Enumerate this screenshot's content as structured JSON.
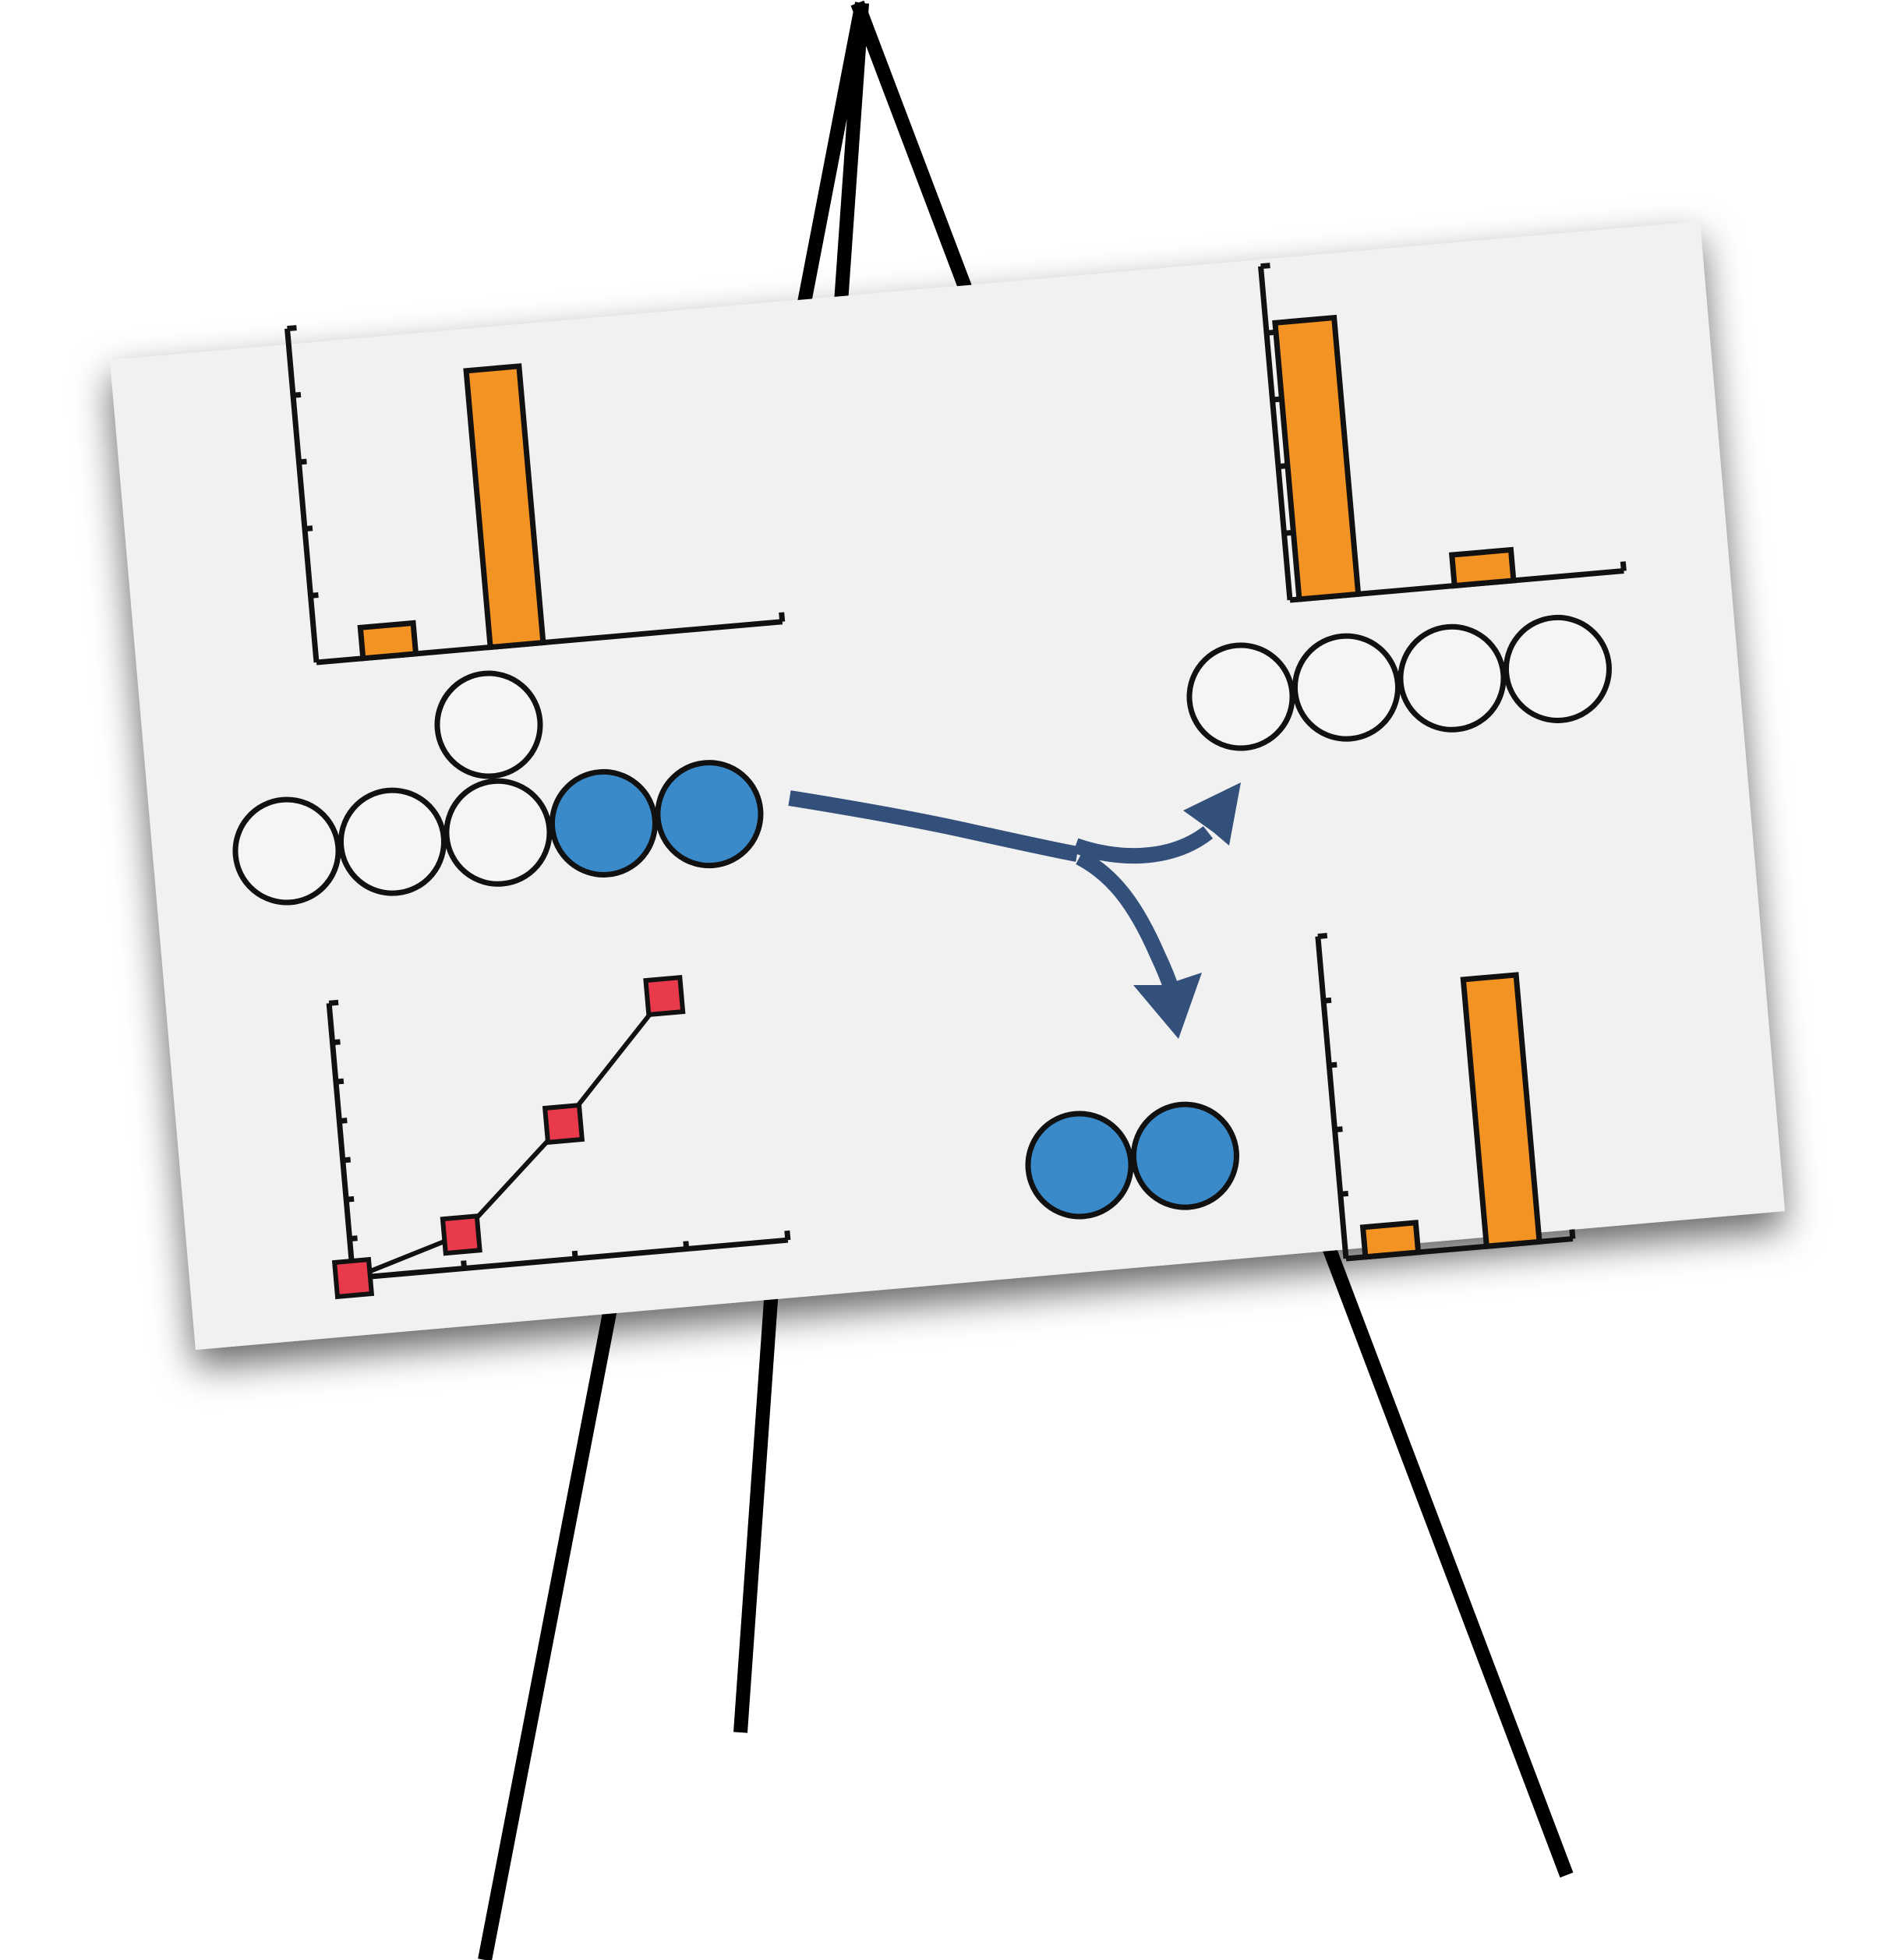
{
  "colors": {
    "board": "#f1f1f2",
    "bar": "#f39323",
    "empty_ball": "#f4f5f7",
    "filled_ball": "#3a8ac9",
    "marker": "#e83a4b",
    "arrow": "#33507a",
    "stroke": "#111111"
  },
  "panels": {
    "start": {
      "balls": [
        "empty",
        "empty",
        "empty",
        "empty",
        "filled",
        "filled"
      ]
    },
    "branch_top": {
      "balls": [
        "empty",
        "empty",
        "empty",
        "empty"
      ]
    },
    "branch_bottom": {
      "balls": [
        "filled",
        "filled"
      ]
    }
  },
  "chart_data": [
    {
      "type": "bar",
      "panel": "start",
      "values": [
        1,
        9
      ],
      "ylim": [
        0,
        10
      ]
    },
    {
      "type": "bar",
      "panel": "branch_top",
      "values": [
        9,
        1
      ],
      "ylim": [
        0,
        10
      ]
    },
    {
      "type": "line",
      "panel": "trend",
      "series": [
        {
          "x": [
            0,
            1,
            2,
            3
          ],
          "values": [
            0,
            1,
            4,
            7.5
          ]
        }
      ],
      "xlim": [
        0,
        3.6
      ],
      "ylim": [
        0,
        7.5
      ]
    },
    {
      "type": "bar",
      "panel": "branch_bottom",
      "values": [
        1,
        9
      ],
      "ylim": [
        0,
        10
      ]
    }
  ]
}
